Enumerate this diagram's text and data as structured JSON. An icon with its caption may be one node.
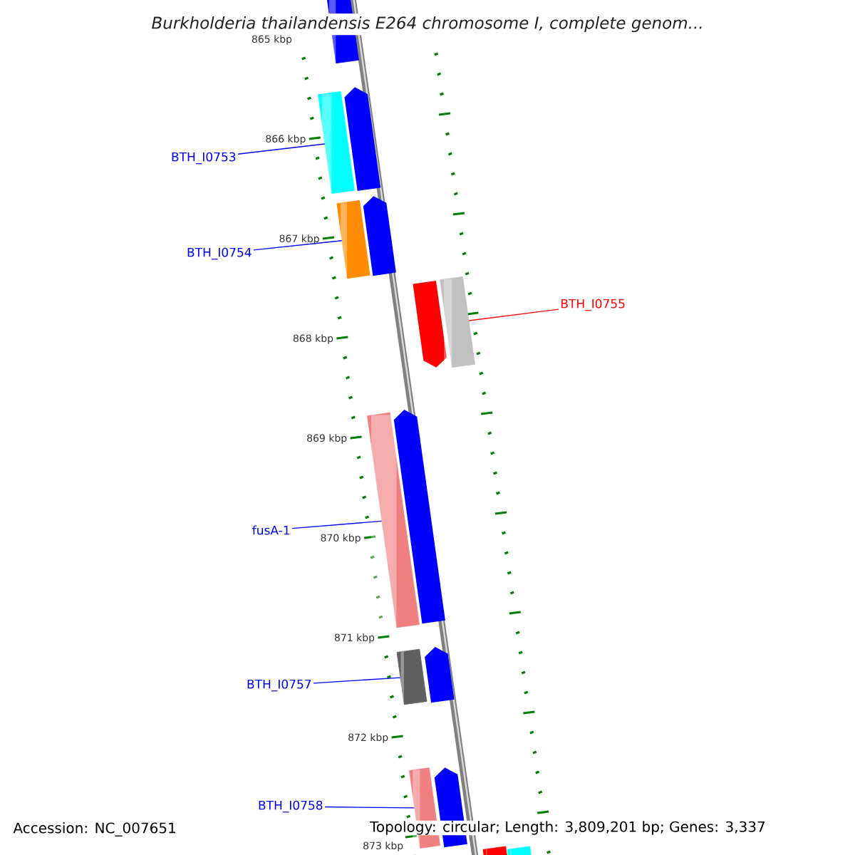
{
  "diagram": {
    "title": "Burkholderia thailandensis E264 chromosome I, complete genom...",
    "nodes": [
      {
        "text": [
          "BTH_I0753"
        ]
      },
      {
        "text": [
          "BTH_I0754"
        ]
      },
      {
        "text": [
          "BTH_I0755"
        ]
      },
      {
        "text": [
          "fusA-1"
        ]
      },
      {
        "text": [
          "BTH_I0757"
        ]
      },
      {
        "text": [
          "BTH_I0758"
        ]
      },
      {
        "text": [],
        "shape": "bar"
      },
      {
        "text": [],
        "shape": "bar"
      },
      {
        "text": [],
        "shape": "arrow"
      },
      {
        "text": [],
        "shape": "bar"
      },
      {
        "text": [],
        "shape": "arrow"
      },
      {
        "text": [],
        "shape": "arrow"
      },
      {
        "text": [],
        "shape": "bar"
      },
      {
        "text": [],
        "shape": "bar"
      },
      {
        "text": [],
        "shape": "arrow"
      },
      {
        "text": [],
        "shape": "bar"
      },
      {
        "text": [],
        "shape": "arrow"
      },
      {
        "text": [],
        "shape": "bar"
      },
      {
        "text": [],
        "shape": "arrow"
      },
      {
        "text": [],
        "shape": "bar"
      },
      {
        "text": [],
        "shape": "bar"
      }
    ],
    "edges": [
      {
        "from": 0,
        "to": 7,
        "arrow": "none"
      },
      {
        "from": 1,
        "to": 9,
        "arrow": "none"
      },
      {
        "from": 2,
        "to": 12,
        "arrow": "none",
        "color": "#ff0000"
      },
      {
        "from": 3,
        "to": 13,
        "arrow": "none"
      },
      {
        "from": 4,
        "to": 15,
        "arrow": "none"
      },
      {
        "from": 5,
        "to": 17,
        "arrow": "none"
      }
    ],
    "labels": [
      "865 kbp",
      "866 kbp",
      "867 kbp",
      "868 kbp",
      "869 kbp",
      "870 kbp",
      "871 kbp",
      "872 kbp",
      "873 kbp",
      "Accession: NC_007651",
      "Topology: circular; Length: 3,809,201 bp; Genes: 3,337"
    ]
  }
}
